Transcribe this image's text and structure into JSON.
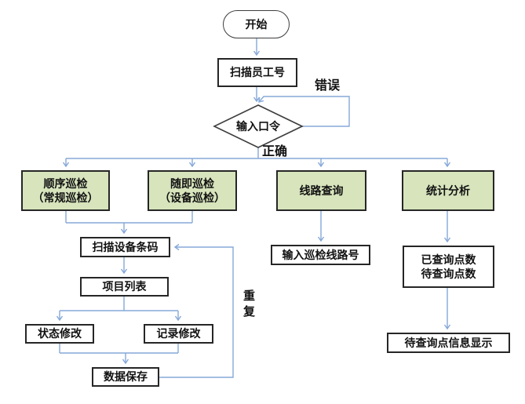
{
  "flowchart": {
    "nodes": {
      "start": "开始",
      "scan_employee_id": "扫描员工号",
      "enter_password": "输入口令",
      "sequential_inspection_line1": "顺序巡检",
      "sequential_inspection_line2": "（常规巡检）",
      "random_inspection_line1": "随即巡检",
      "random_inspection_line2": "（设备巡检）",
      "line_query": "线路查询",
      "statistical_analysis": "统计分析",
      "scan_device_barcode": "扫描设备条码",
      "item_list": "项目列表",
      "status_modification": "状态修改",
      "record_modification": "记录修改",
      "data_save": "数据保存",
      "enter_inspection_line_number": "输入巡检线路号",
      "queried_points_line1": "已查询点数",
      "queried_points_line2": "待查询点数",
      "pending_point_info_display": "待查询点信息显示"
    },
    "edge_labels": {
      "error": "错误",
      "correct": "正确",
      "repeat": "重复"
    },
    "colors": {
      "connector_blue": "#85a8d8",
      "branch_green_fill": "#d7e4bc",
      "process_fill": "#ffffff",
      "border_dark": "#262626"
    }
  }
}
